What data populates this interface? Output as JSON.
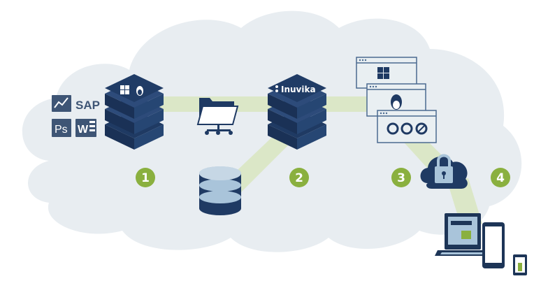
{
  "brand": {
    "name": "Inuvika"
  },
  "app_icons": {
    "chart_icon": "line-chart-icon",
    "sap_label": "SAP",
    "ps_label": "Ps",
    "word_label": "W"
  },
  "steps": [
    "1",
    "2",
    "3",
    "4"
  ],
  "colors": {
    "cloud": "#e8edf1",
    "connector": "#dbe7c7",
    "server_dark": "#1f3a63",
    "server_mid": "#2d4b7a",
    "accent_green": "#8ab03f",
    "window_border": "#4a6a90",
    "window_fill": "#e9eff2",
    "device_dark": "#1d3557",
    "device_screen": "#a9c4da"
  },
  "icons": {
    "server_left": "windows-linux-server-icon",
    "folder": "network-folder-icon",
    "database": "database-icon",
    "server_right": "inuvika-server-icon",
    "windows_app": "windows-icon",
    "linux_app": "linux-penguin-icon",
    "browsers": "browser-icons",
    "secure_cloud": "cloud-lock-icon",
    "laptop": "laptop-icon",
    "tablet": "tablet-icon",
    "phone": "phone-icon"
  }
}
